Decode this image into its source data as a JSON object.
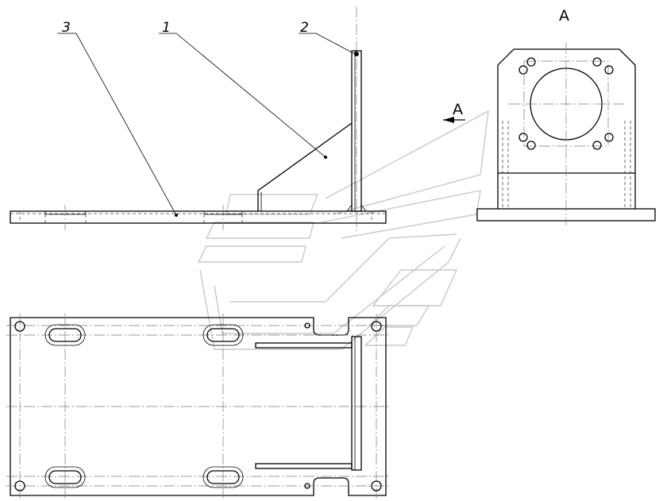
{
  "labels": {
    "part_3": "3",
    "part_1": "1",
    "part_2": "2",
    "view_marker": "A",
    "view_title": "A"
  }
}
